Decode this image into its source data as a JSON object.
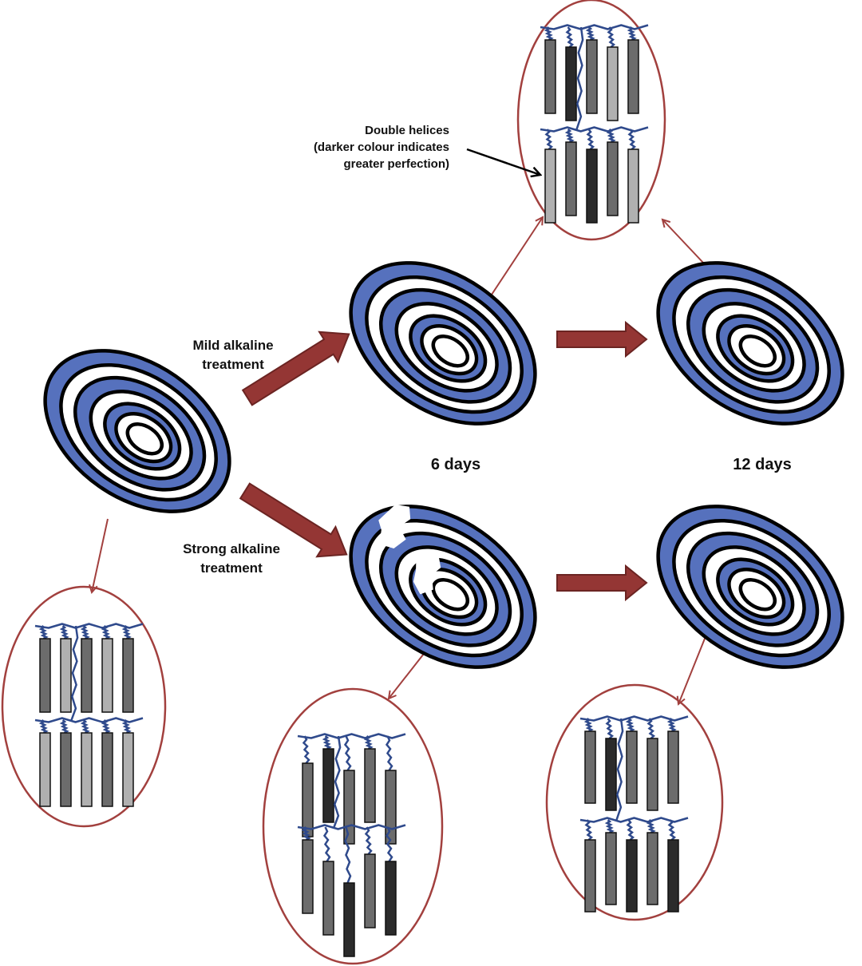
{
  "colors": {
    "ring_fill": "#5671bd",
    "ring_stroke": "#000000",
    "arrow_fill": "#943634",
    "arrow_stroke": "#6b2422",
    "callout_stroke": "#a2403e",
    "chain": "#2f4a8c",
    "helix_light": "#b0b0b0",
    "helix_medium": "#6c6c6c",
    "helix_dark": "#2b2b2b"
  },
  "labels": {
    "mild_treatment": [
      "Mild alkaline",
      "treatment"
    ],
    "strong_treatment": [
      "Strong alkaline",
      "treatment"
    ],
    "day6": "6 days",
    "day12": "12 days",
    "annotation": [
      "Double helices",
      "(darker colour indicates",
      "greater perfection)"
    ]
  },
  "granules": [
    {
      "id": "native",
      "damaged": false
    },
    {
      "id": "mild-6-days",
      "damaged": false
    },
    {
      "id": "mild-12-days",
      "damaged": false
    },
    {
      "id": "strong-6-days",
      "damaged": true
    },
    {
      "id": "strong-12-days",
      "damaged": false
    }
  ],
  "callouts": [
    {
      "id": "native",
      "top_row": {
        "shades": [
          "medium",
          "light",
          "medium",
          "light",
          "medium"
        ],
        "offsets": [
          0,
          0,
          0,
          0,
          0
        ]
      },
      "bottom_row": {
        "shades": [
          "light",
          "medium",
          "light",
          "medium",
          "light"
        ],
        "offsets": [
          0,
          0,
          0,
          0,
          0
        ]
      }
    },
    {
      "id": "mild-treated",
      "top_row": {
        "shades": [
          "medium",
          "dark",
          "medium",
          "light",
          "medium"
        ],
        "offsets": [
          0,
          1,
          0,
          1,
          0
        ]
      },
      "bottom_row": {
        "shades": [
          "light",
          "medium",
          "dark",
          "medium",
          "light"
        ],
        "offsets": [
          1,
          0,
          1,
          0,
          1
        ]
      }
    },
    {
      "id": "strong-6-days",
      "top_row": {
        "shades": [
          "medium",
          "dark",
          "medium",
          "medium",
          "medium"
        ],
        "offsets": [
          2,
          0,
          3,
          0,
          3
        ]
      },
      "bottom_row": {
        "shades": [
          "medium",
          "medium",
          "dark",
          "medium",
          "dark"
        ],
        "offsets": [
          0,
          3,
          6,
          2,
          3
        ]
      }
    },
    {
      "id": "strong-12-days",
      "top_row": {
        "shades": [
          "medium",
          "dark",
          "medium",
          "medium",
          "medium"
        ],
        "offsets": [
          0,
          1,
          0,
          1,
          0
        ]
      },
      "bottom_row": {
        "shades": [
          "medium",
          "medium",
          "dark",
          "medium",
          "dark"
        ],
        "offsets": [
          1,
          0,
          1,
          0,
          1
        ]
      }
    }
  ]
}
